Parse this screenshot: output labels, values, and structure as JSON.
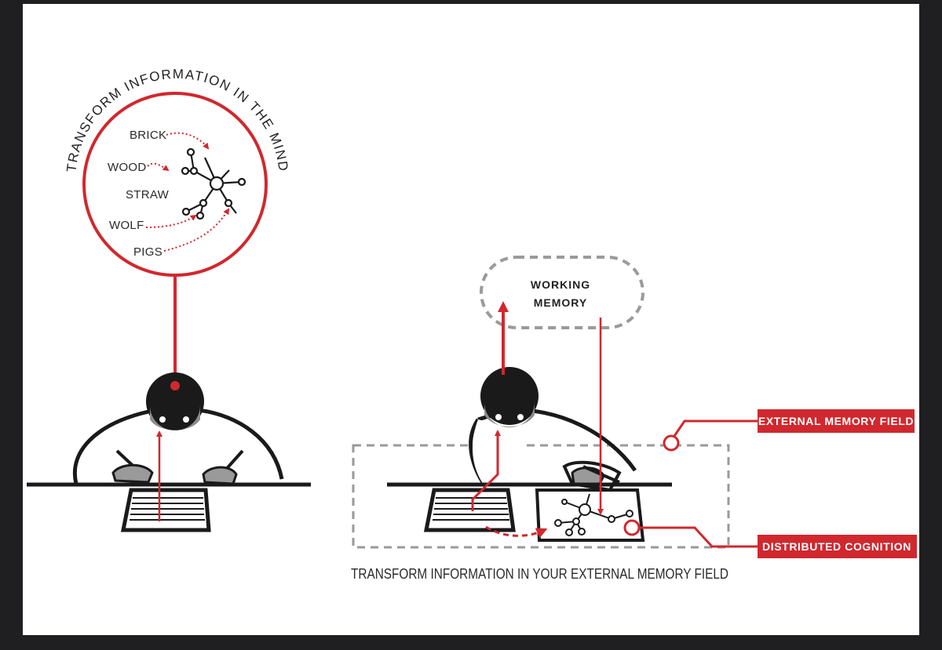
{
  "mind_section": {
    "arc_title": "TRANSFORM INFORMATION IN THE MIND",
    "words": [
      "BRICK",
      "WOOD",
      "STRAW",
      "WOLF",
      "PIGS"
    ]
  },
  "working_memory": {
    "line1": "WORKING",
    "line2": "MEMORY"
  },
  "labels": {
    "external_memory_field": "EXTERNAL MEMORY FIELD",
    "distributed_cognition": "DISTRIBUTED COGNITION"
  },
  "caption": "TRANSFORM INFORMATION IN YOUR EXTERNAL MEMORY FIELD",
  "colors": {
    "accent_red": "#d0282e",
    "ink": "#1a1a1a",
    "gray": "#9a9a9a",
    "background": "#ffffff",
    "frame": "#1f1f21"
  }
}
